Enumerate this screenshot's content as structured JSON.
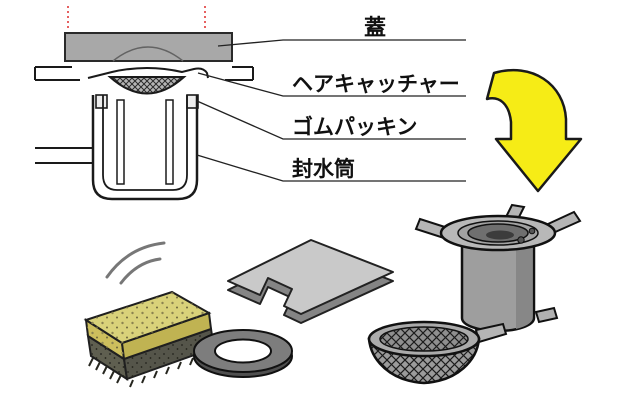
{
  "labels": {
    "lid": "蓋",
    "hair_catcher": "ヘアキャッチャー",
    "rubber_packing": "ゴムパッキン",
    "seal_cylinder": "封水筒"
  },
  "colors": {
    "arrow_yellow": "#f6ec16",
    "guide_red": "#e03a3a",
    "metal_gray": "#a8a8a8",
    "plate_gray": "#c9c9c9",
    "ring_gray": "#7d7d7d",
    "basket_gray": "#9b9b9b",
    "cylinder_gray": "#9e9e9e",
    "sponge_yellow": "#d9d27a",
    "sponge_scrubber": "#5f5f50"
  }
}
